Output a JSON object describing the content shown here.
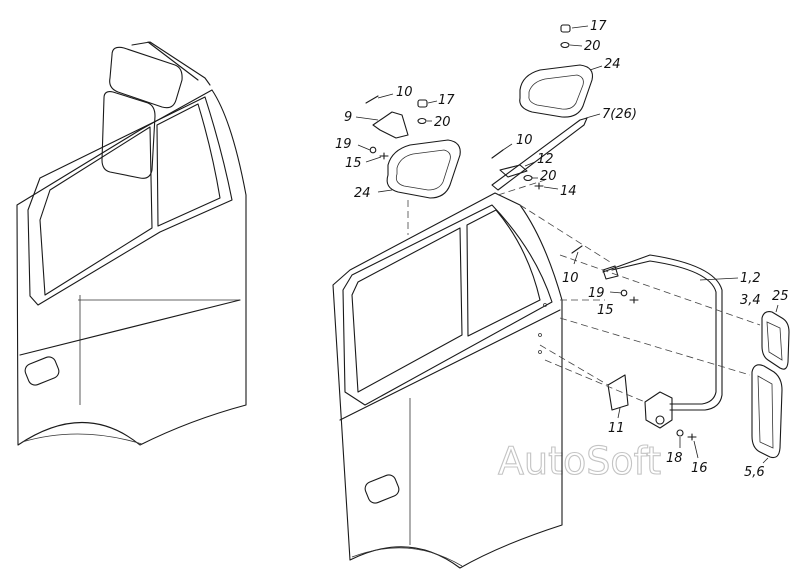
{
  "watermark": "AutoSoft",
  "callouts": [
    {
      "id": "c17a",
      "text": "17"
    },
    {
      "id": "c20a",
      "text": "20"
    },
    {
      "id": "c24a",
      "text": "24"
    },
    {
      "id": "c10a",
      "text": "10"
    },
    {
      "id": "c17b",
      "text": "17"
    },
    {
      "id": "c9",
      "text": "9"
    },
    {
      "id": "c20b",
      "text": "20"
    },
    {
      "id": "c7",
      "text": "7(26)"
    },
    {
      "id": "c19a",
      "text": "19"
    },
    {
      "id": "c15a",
      "text": "15"
    },
    {
      "id": "c10b",
      "text": "10"
    },
    {
      "id": "c12",
      "text": "12"
    },
    {
      "id": "c20c",
      "text": "20"
    },
    {
      "id": "c24b",
      "text": "24"
    },
    {
      "id": "c14",
      "text": "14"
    },
    {
      "id": "c10c",
      "text": "10"
    },
    {
      "id": "c12b",
      "text": "1,2"
    },
    {
      "id": "c34",
      "text": "3,4"
    },
    {
      "id": "c25",
      "text": "25"
    },
    {
      "id": "c19b",
      "text": "19"
    },
    {
      "id": "c15b",
      "text": "15"
    },
    {
      "id": "c11",
      "text": "11"
    },
    {
      "id": "c18",
      "text": "18"
    },
    {
      "id": "c16",
      "text": "16"
    },
    {
      "id": "c56",
      "text": "5,6"
    }
  ]
}
